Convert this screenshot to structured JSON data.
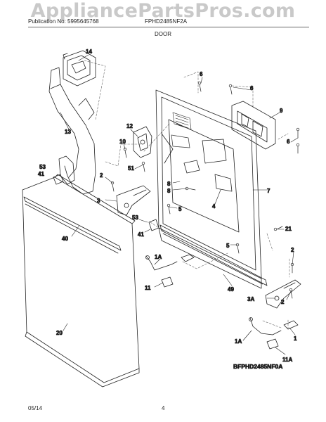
{
  "watermark": "AppliancePartsPros.com",
  "header": {
    "publication": "Publication No: 5995645768",
    "model": "FPHD2485NF2A",
    "section": "DOOR"
  },
  "diagram": {
    "code": "BFPHD2485NF0A",
    "callouts": [
      "14",
      "13",
      "6",
      "6",
      "9",
      "6",
      "12",
      "10",
      "2",
      "51",
      "8",
      "8",
      "7",
      "53",
      "41",
      "3",
      "4",
      "5",
      "53",
      "41",
      "40",
      "21",
      "1A",
      "5",
      "2",
      "11",
      "49",
      "3A",
      "2",
      "1",
      "1A",
      "11A",
      "20"
    ]
  },
  "footer": {
    "date": "05/14",
    "page": "4"
  }
}
